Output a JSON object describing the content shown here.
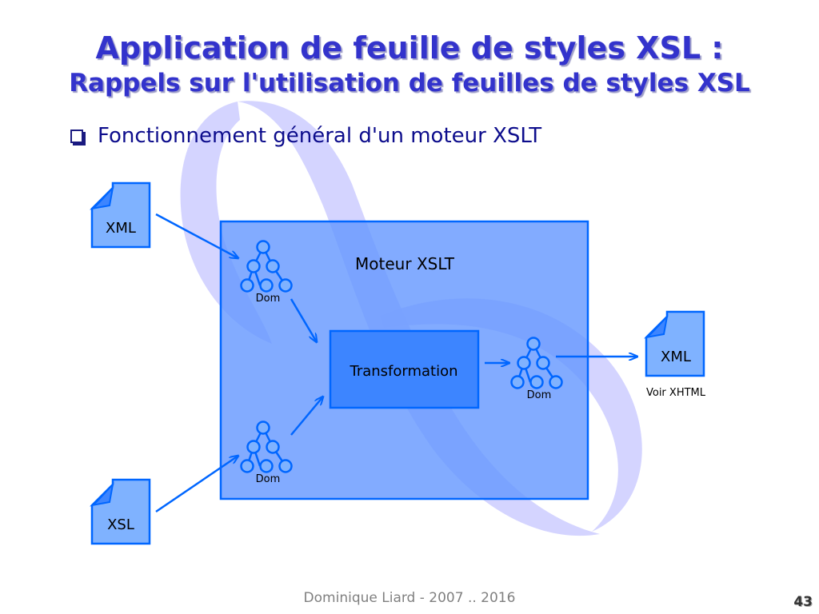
{
  "slide": {
    "title": "Application de feuille de styles XSL :",
    "subtitle": "Rappels sur l'utilisation de feuilles de styles XSL",
    "bullet": "Fonctionnement général d'un moteur XSLT",
    "footer": "Dominique Liard - 2007 .. 2016",
    "page_number": "43"
  },
  "diagram": {
    "input_xml": "XML",
    "input_xsl": "XSL",
    "engine_label": "Moteur XSLT",
    "transformation_label": "Transformation",
    "dom_label": "Dom",
    "output_label": "XML",
    "output_caption": "Voir XHTML"
  },
  "colors": {
    "title": "#3333cc",
    "bullet_text": "#0d0d8c",
    "engine_fill": "#6699ff",
    "transformation_fill": "#3d85ff",
    "stroke": "#0066ff",
    "swirl": "#ccccff"
  }
}
